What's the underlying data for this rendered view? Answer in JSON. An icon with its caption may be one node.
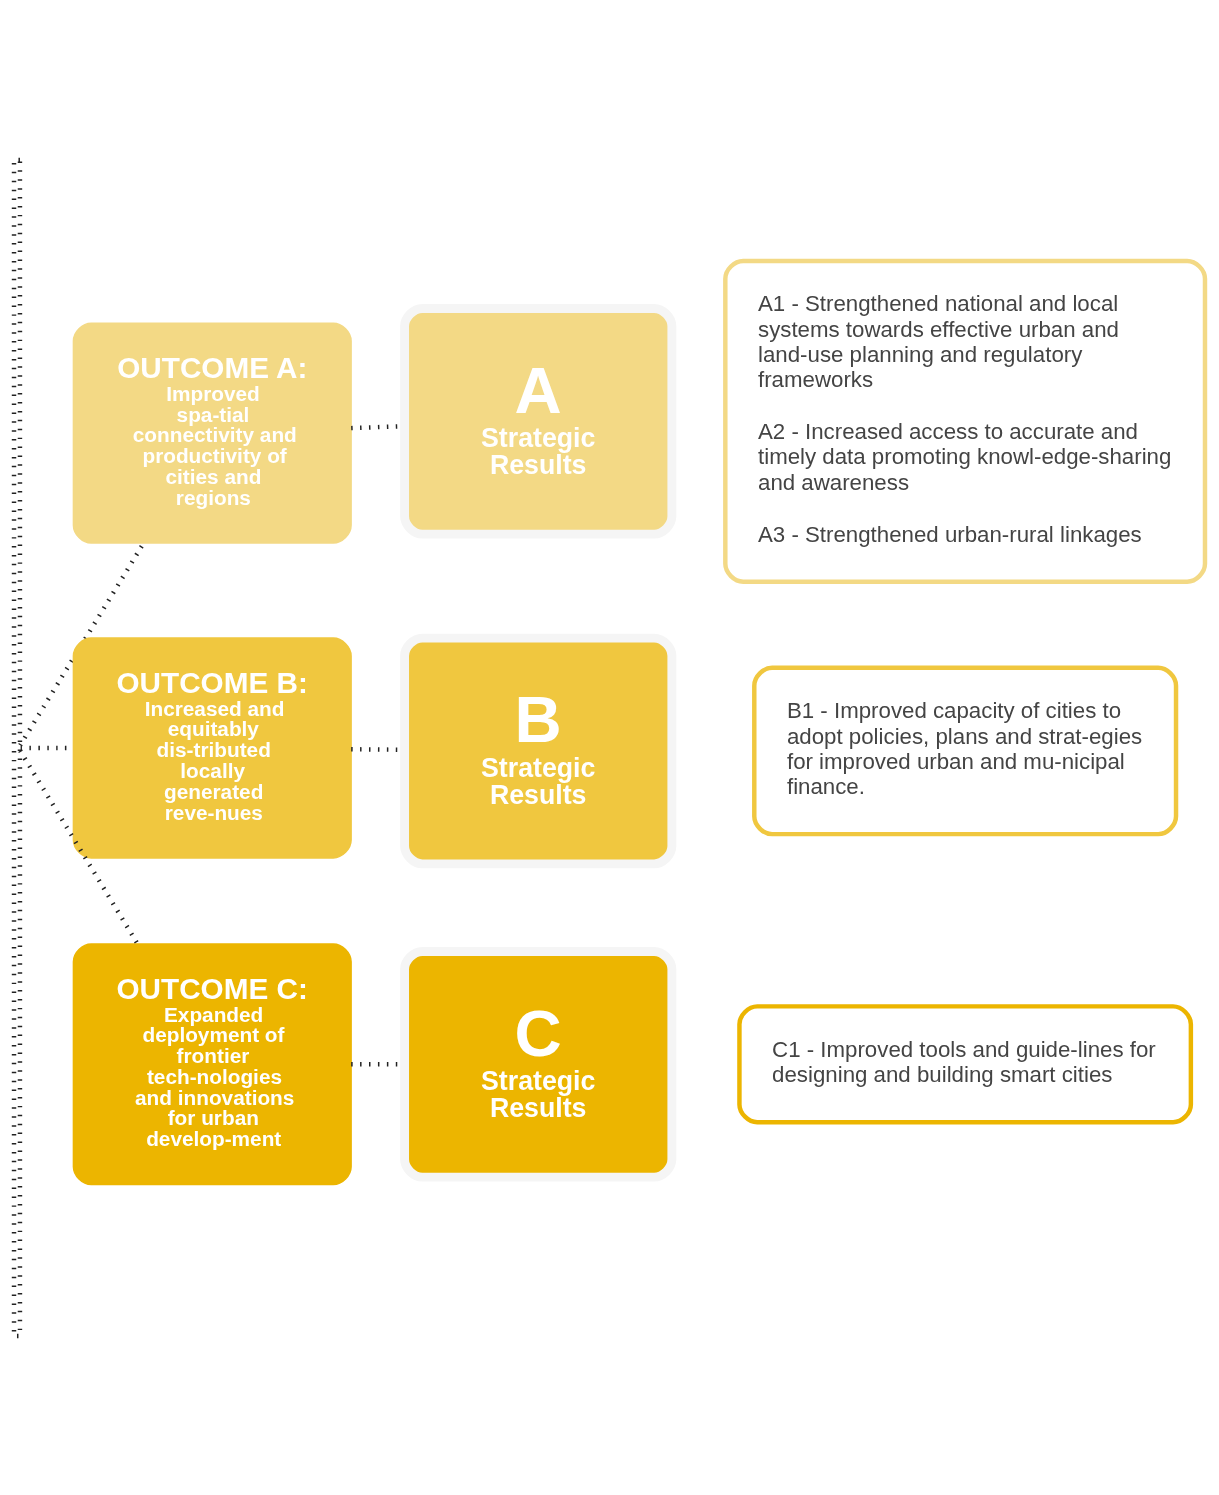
{
  "diagram": {
    "nodes": [
      {
        "text": [],
        "shape": "bar"
      },
      {
        "text": [
          "OUTCOME A:",
          "Improved spa-tial connectivity and productivity of cities and regions"
        ]
      },
      {
        "text": [
          "A",
          "Strategic Results"
        ]
      },
      {
        "text": [
          "A1 - Strengthened national and local systems towards effective urban and land-use planning and regulatory frameworks",
          "A2 - Increased access to accurate and timely data promoting knowl-edge-sharing and awareness",
          "A3 - Strengthened urban-rural linkages"
        ]
      },
      {
        "text": [
          "OUTCOME B:",
          "Increased and equitably dis-tributed locally generated reve-nues"
        ]
      },
      {
        "text": [
          "B",
          "Strategic Results"
        ]
      },
      {
        "text": [
          "B1 - Improved capacity of cities to adopt policies, plans and strat-egies for improved urban and mu-nicipal finance."
        ]
      },
      {
        "text": [
          "OUTCOME C:",
          "Expanded deployment of frontier tech-nologies and innovations for urban develop-ment"
        ]
      },
      {
        "text": [
          "C",
          "Strategic Results"
        ]
      },
      {
        "text": [
          "C1 - Improved tools and guide-lines for designing and building smart cities"
        ]
      }
    ],
    "edges": [
      {
        "from": 0,
        "to": 1,
        "arrow": "none"
      },
      {
        "from": 1,
        "to": 2,
        "arrow": "none"
      },
      {
        "from": 0,
        "to": 4,
        "arrow": "none"
      },
      {
        "from": 4,
        "to": 5,
        "arrow": "none"
      },
      {
        "from": 0,
        "to": 7,
        "arrow": "none"
      },
      {
        "from": 7,
        "to": 8,
        "arrow": "none"
      }
    ]
  }
}
